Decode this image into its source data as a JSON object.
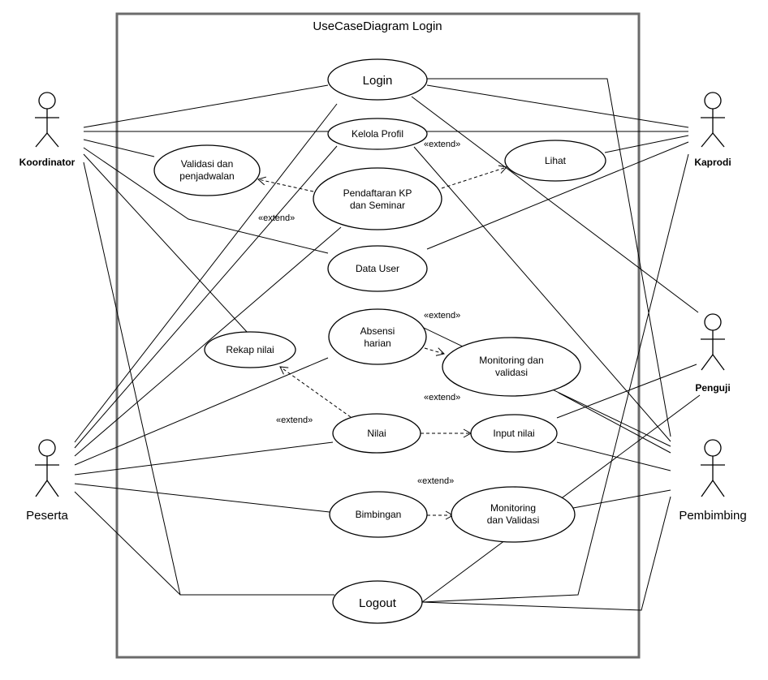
{
  "diagram": {
    "title": "UseCaseDiagram Login",
    "extend_label": "«extend»",
    "actors": {
      "koordinator": "Koordinator",
      "kaprodi": "Kaprodi",
      "peserta": "Peserta",
      "penguji": "Penguji",
      "pembimbing": "Pembimbing"
    },
    "use_cases": {
      "login": "Login",
      "kelola_profil": "Kelola Profil",
      "validasi_line1": "Validasi dan",
      "validasi_line2": "penjadwalan",
      "lihat": "Lihat",
      "pendaftaran_line1": "Pendaftaran KP",
      "pendaftaran_line2": "dan Seminar",
      "data_user": "Data User",
      "absensi_line1": "Absensi",
      "absensi_line2": "harian",
      "rekap_nilai": "Rekap nilai",
      "monitoring_validasi_line1": "Monitoring dan",
      "monitoring_validasi_line2": "validasi",
      "nilai": "Nilai",
      "input_nilai": "Input nilai",
      "bimbingan": "Bimbingan",
      "monitoring_bimbingan_line1": "Monitoring",
      "monitoring_bimbingan_line2": "dan Validasi",
      "logout": "Logout"
    }
  }
}
